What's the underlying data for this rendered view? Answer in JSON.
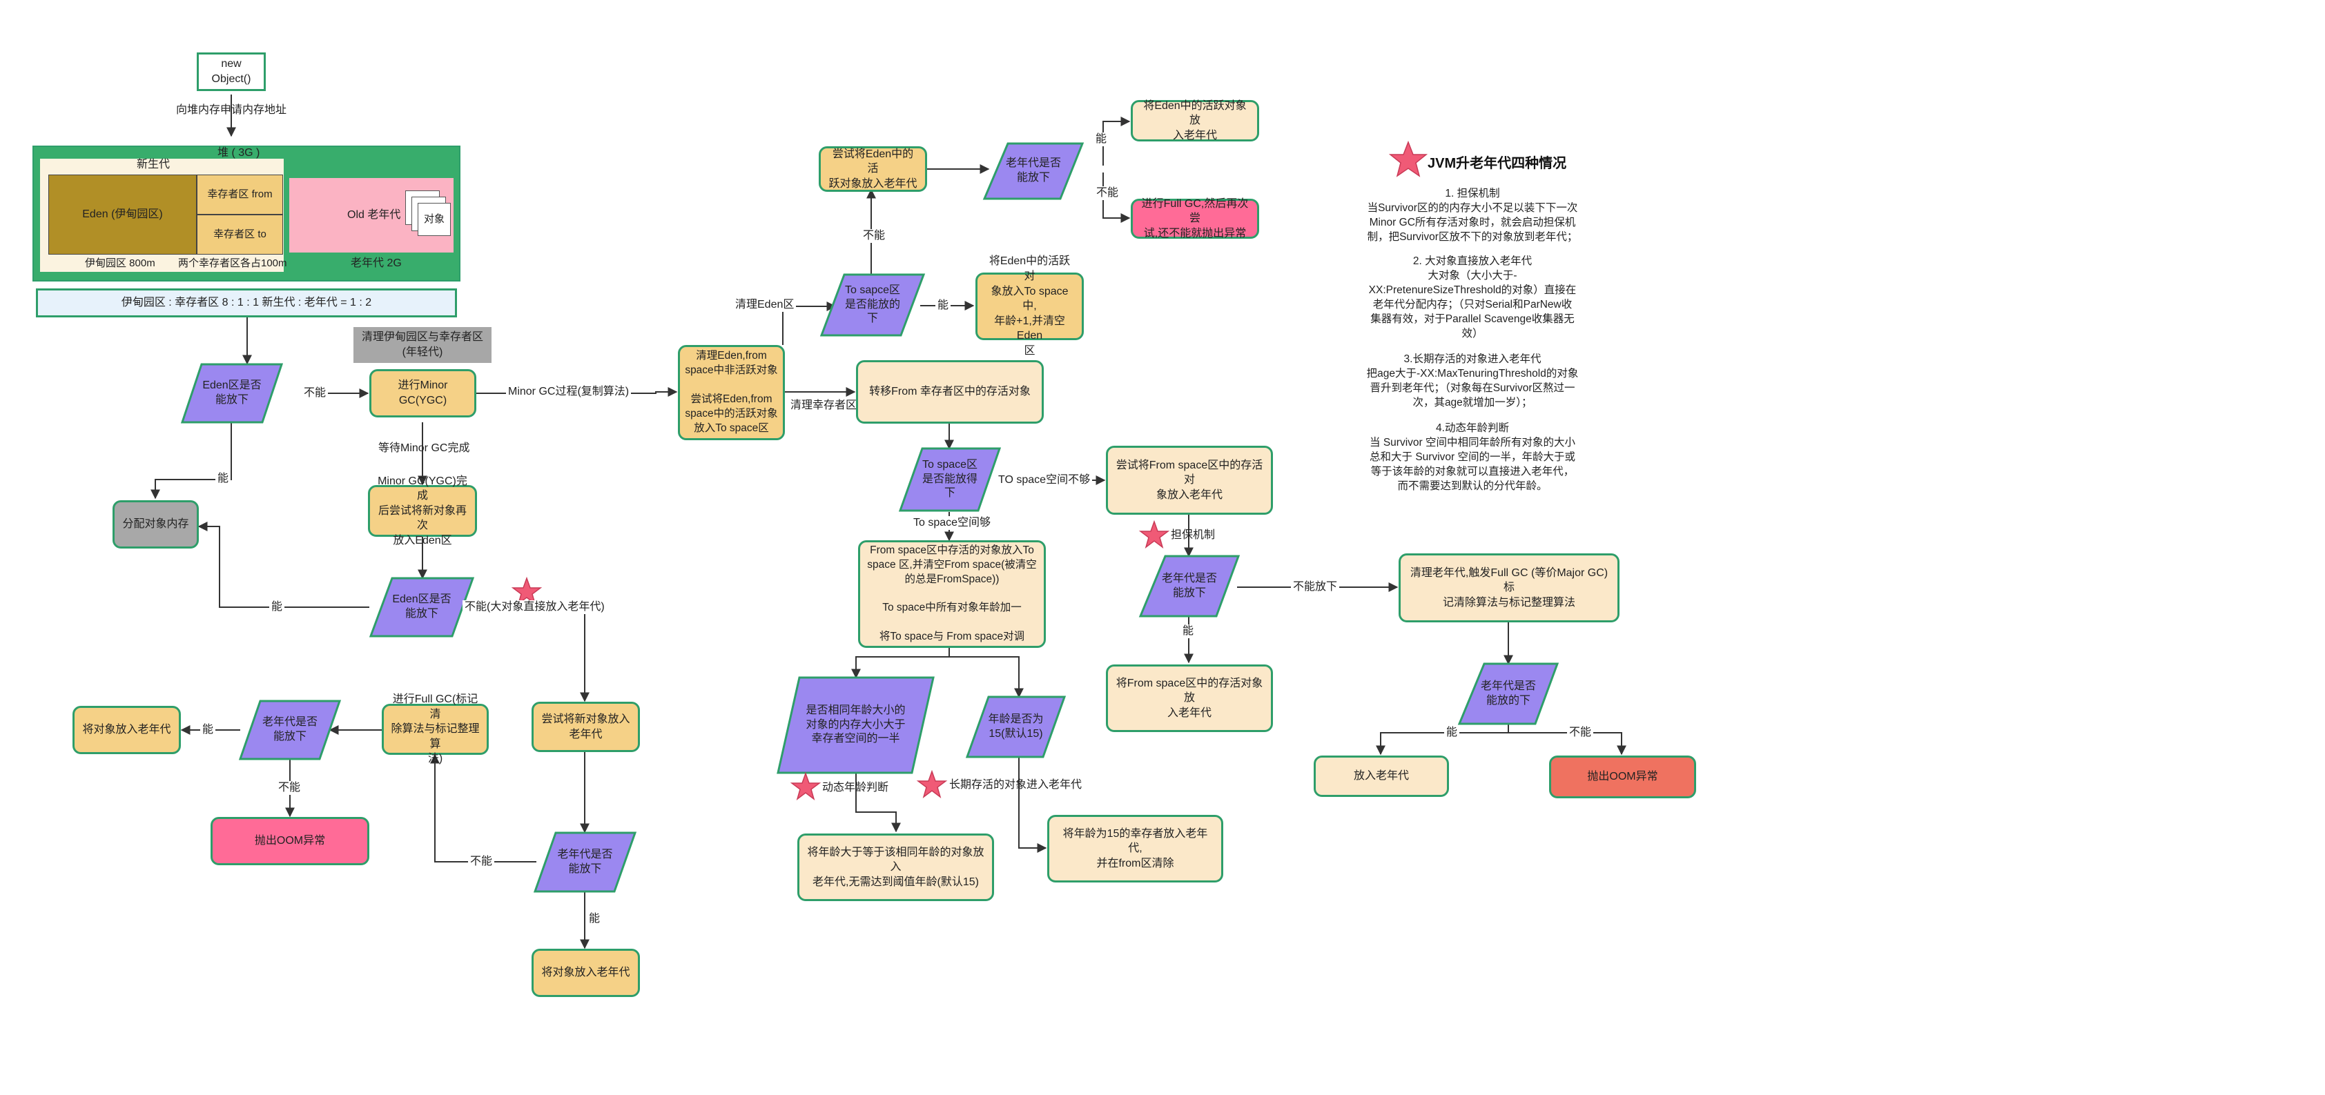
{
  "top": {
    "new_object": "new Object()",
    "request_memory": "向堆内存申请内存地址"
  },
  "heap": {
    "title": "堆 ( 3G )",
    "young_gen": "新生代",
    "eden": "Eden (伊甸园区)",
    "survivor_from": "幸存者区 from",
    "survivor_to": "幸存者区 to",
    "old_gen_box": "Old 老年代",
    "object": "对象",
    "eden_size": "伊甸园区 800m",
    "survivor_size": "两个幸存者区各占100m",
    "old_size": "老年代 2G",
    "ratio": "伊甸园区 : 幸存者区 8 : 1 : 1          新生代 : 老年代  = 1 : 2"
  },
  "left": {
    "eden_fits": "Eden区是否\n能放下",
    "no1": "不能",
    "minor_gc": "进行Minor GC(YGC)",
    "clean_note": "清理伊甸园区与幸存者区\n(年轻代)",
    "yes1": "能",
    "allocate": "分配对象内存",
    "wait_minor": "等待Minor GC完成",
    "minor_done": "Minor GC(YGC)完成\n后尝试将新对象再次\n放入Eden区",
    "eden_fits2": "Eden区是否\n能放下",
    "yes2": "能",
    "no_big": "不能(大对象直接放入老年代)",
    "try_old": "尝试将新对象放入\n老年代",
    "old_fits": "老年代是否\n能放下",
    "yes3": "能",
    "put_old": "将对象放入老年代",
    "no3": "不能",
    "full_gc": "进行Full GC(标记清\n除算法与标记整理算\n法)",
    "old_fits2": "老年代是否\n能放下",
    "yes4": "能",
    "put_old2": "将对象放入老年代",
    "no4": "不能",
    "oom": "抛出OOM异常"
  },
  "middle": {
    "minor_process": "Minor GC过程(复制算法)",
    "clean_eden_box": "清理Eden,from\nspace中非活跃对象\n\n尝试将Eden,from\nspace中的活跃对象\n放入To space区",
    "clean_eden": "清理Eden区",
    "clean_survivor": "清理幸存者区",
    "to_space_fits": "To sapce区\n是否能放的\n下",
    "can": "能",
    "eden_to_space": "将Eden中的活跃对\n象放入To space中,\n年龄+1,并清空Eden\n区",
    "cannot": "不能",
    "try_eden_old": "尝试将Eden中的活\n跃对象放入老年代",
    "old_fits3": "老年代是否\n能放下",
    "can2": "能",
    "eden_to_old": "将Eden中的活跃对象放\n入老年代",
    "cannot2": "不能",
    "full_gc2": "进行Full GC,然后再次尝\n试,还不能就抛出异常",
    "move_from": "转移From 幸存者区中的存活对象",
    "to_space_fits2": "To space区\n是否能放得\n下",
    "to_not_enough": "TO space空间不够",
    "to_enough": "To space空间够",
    "from_to_to": "From space区中存活的对象放入To\nspace 区,并清空From space(被清空\n的总是FromSpace))\n\nTo space中所有对象年龄加一\n\n将To space与 From space对调",
    "try_from_old": "尝试将From space区中的存活对\n象放入老年代",
    "guarantee": "担保机制",
    "old_fits4": "老年代是否\n能放下",
    "can3": "能",
    "from_to_old": "将From space区中的存活对象放\n入老年代",
    "cannot3": "不能放下",
    "clean_old": "清理老年代,触发Full GC (等价Major GC)  标\n记清除算法与标记整理算法",
    "old_fits5": "老年代是否\n能放的下",
    "can4": "能",
    "put_old3": "放入老年代",
    "cannot4": "不能",
    "oom2": "抛出OOM异常",
    "same_age": "是否相同年龄大小的\n对象的内存大小大于\n幸存者空间的一半",
    "dynamic_age": "动态年龄判断",
    "age15": "年龄是否为\n15(默认15)",
    "long_lived": "长期存活的对象进入老年代",
    "age_ge": "将年龄大于等于该相同年龄的对象放入\n老年代,无需达到阈值年龄(默认15)",
    "age15_old": "将年龄为15的幸存者放入老年代,\n并在from区清除"
  },
  "annotation": {
    "title": "JVM升老年代四种情况",
    "p1": "1. 担保机制\n当Survivor区的的内存大小不足以装下下一次\nMinor GC所有存活对象时，就会启动担保机\n制，把Survivor区放不下的对象放到老年代；",
    "p2": "2. 大对象直接放入老年代\n大对象（大小大于-\nXX:PretenureSizeThreshold的对象）直接在\n老年代分配内存；（只对Serial和ParNew收\n集器有效，对于Parallel Scavenge收集器无\n效）",
    "p3": "3.长期存活的对象进入老年代\n把age大于-XX:MaxTenuringThreshold的对象\n晋升到老年代；（对象每在Survivor区熬过一\n次，其age就增加一岁）；",
    "p4": "4.动态年龄判断\n当 Survivor 空间中相同年龄所有对象的大小\n总和大于 Survivor 空间的一半，年龄大于或\n等于该年龄的对象就可以直接进入老年代，\n而不需要达到默认的分代年龄。"
  },
  "colors": {
    "border": "#2e9e6a",
    "orange": "#f5d187",
    "cream": "#fbe8c9",
    "purple": "#9b88f0",
    "pink": "#ff6b97",
    "red": "#ef7260",
    "gray": "#a8a8a8",
    "heap": "#38ad6c",
    "eden": "#b18f26",
    "old_pink": "#fbb3c3",
    "star": "#f05a76"
  }
}
